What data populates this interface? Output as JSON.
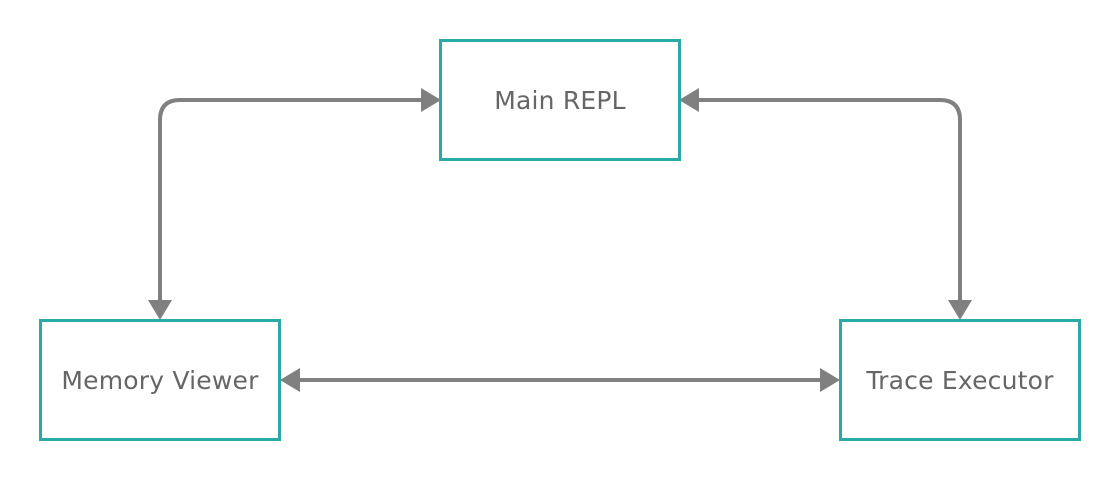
{
  "colors": {
    "node_border": "#2aa9a9",
    "connector": "#808080",
    "label_text": "#666666",
    "background": "#ffffff"
  },
  "nodes": {
    "main_repl": {
      "label": "Main REPL"
    },
    "memory_viewer": {
      "label": "Memory Viewer"
    },
    "trace_executor": {
      "label": "Trace Executor"
    }
  },
  "edges": [
    {
      "from": "main_repl",
      "to": "memory_viewer",
      "direction": "bidirectional"
    },
    {
      "from": "main_repl",
      "to": "trace_executor",
      "direction": "bidirectional"
    },
    {
      "from": "memory_viewer",
      "to": "trace_executor",
      "direction": "bidirectional"
    }
  ]
}
